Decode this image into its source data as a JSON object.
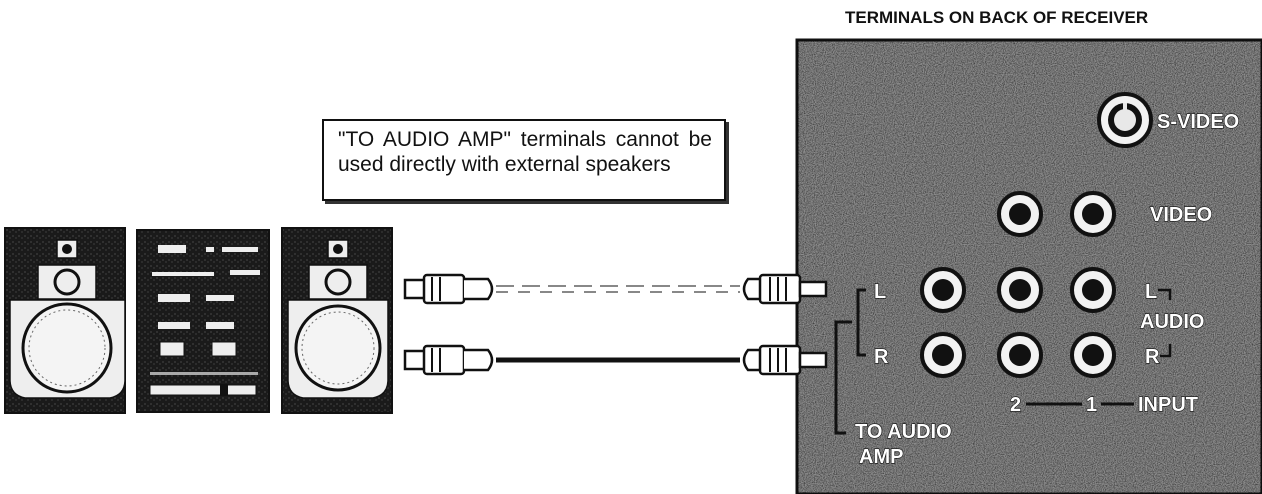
{
  "header": {
    "panel_title": "TERMINALS ON BACK OF RECEIVER"
  },
  "note": {
    "text": "\"TO AUDIO AMP\" terminals cannot be used directly with external speakers"
  },
  "terminals": {
    "svideo": "S-VIDEO",
    "video": "VIDEO",
    "l": "L",
    "r": "R",
    "audio_l": "L",
    "audio": "AUDIO",
    "audio_r": "R",
    "input_2": "2",
    "input_1": "1",
    "input": "INPUT",
    "to_audio": "TO AUDIO",
    "amp": "AMP"
  },
  "colors": {
    "panel": "#8a8a8a",
    "ink": "#111111",
    "paper": "#ffffff"
  }
}
